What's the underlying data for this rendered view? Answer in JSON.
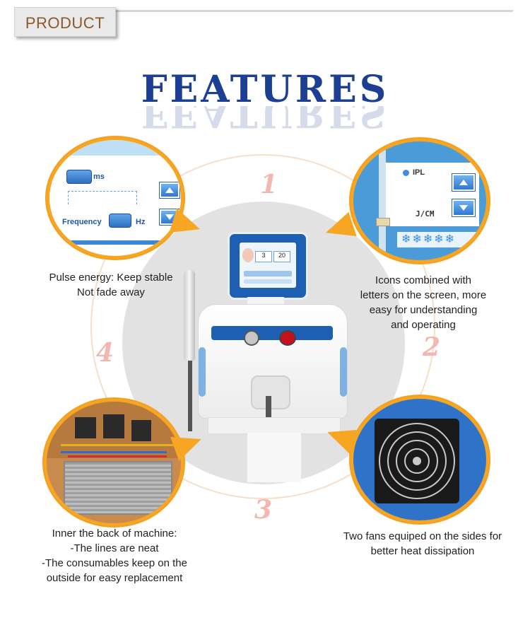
{
  "header": {
    "tab_label": "PRODUCT",
    "title": "FEATURES"
  },
  "features": [
    {
      "number": "1",
      "caption_lines": [
        "Pulse energy: Keep stable",
        "Not fade away"
      ]
    },
    {
      "number": "2",
      "caption_lines": [
        "Icons combined with",
        "letters on the screen, more",
        "easy for understanding",
        "and operating"
      ]
    },
    {
      "number": "3",
      "caption_lines": [
        "Two fans equiped on the sides for",
        "better heat dissipation"
      ]
    },
    {
      "number": "4",
      "caption_lines": [
        "Inner the back of machine:",
        "-The lines are neat",
        "-The consumables keep on the",
        "outside for easy replacement"
      ]
    }
  ],
  "screen1": {
    "ms_label": "ms",
    "frequency_label": "Frequency",
    "hz_label": "Hz"
  },
  "screen2": {
    "ipl_label": "IPL",
    "jcm_label": "J/CM"
  },
  "machine_screen": {
    "value_a": "3",
    "value_b": "20"
  },
  "colors": {
    "title_blue": "#1c3f93",
    "bubble_orange": "#f6a623",
    "number_pink": "#f2b8b0",
    "tab_text": "#8a5a2b"
  }
}
